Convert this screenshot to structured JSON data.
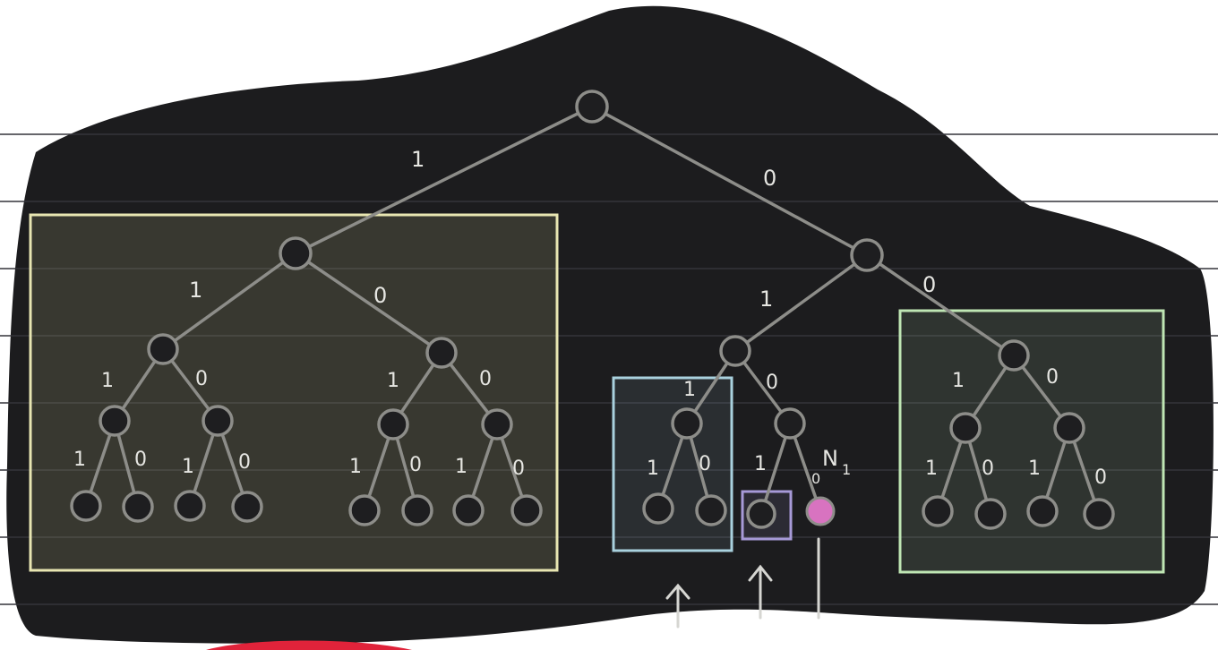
{
  "diagram": {
    "edge_labels": {
      "root_left": "1",
      "root_right": "0",
      "l1_left": "1",
      "l1_right": "0",
      "r1_left": "1",
      "r1_right": "0",
      "ll_left": "1",
      "ll_right": "0",
      "lr_left": "1",
      "lr_right": "0",
      "rll_left": "1",
      "rll_right": "0",
      "rr_left": "1",
      "rr_right": "0",
      "lll_left": "1",
      "lll_right": "0",
      "llr_left": "1",
      "llr_right": "0",
      "lrl_left": "1",
      "lrl_right": "0",
      "lrr_left": "1",
      "lrr_right": "0",
      "rlll_left": "1",
      "rlll_right": "0",
      "rllr_left": "1",
      "rllr_right": "0",
      "rrl_left": "1",
      "rrl_right": "0",
      "rrr_left": "1",
      "rrr_right": "0"
    },
    "marked_node_label": "N",
    "marked_node_subscript": "1",
    "colors": {
      "background": "#1c1c1e",
      "line": "#8d8d89",
      "node_stroke": "#8d8d89",
      "node_fill": "#1e1e20",
      "box_yellow": "#e8e6b2",
      "box_blue": "#a9d1de",
      "box_purple": "#a79ad8",
      "box_green": "#bfe6b4",
      "marked_node": "#d873c0",
      "label": "#e6e6e2",
      "guide_lines": "#36363a"
    }
  }
}
